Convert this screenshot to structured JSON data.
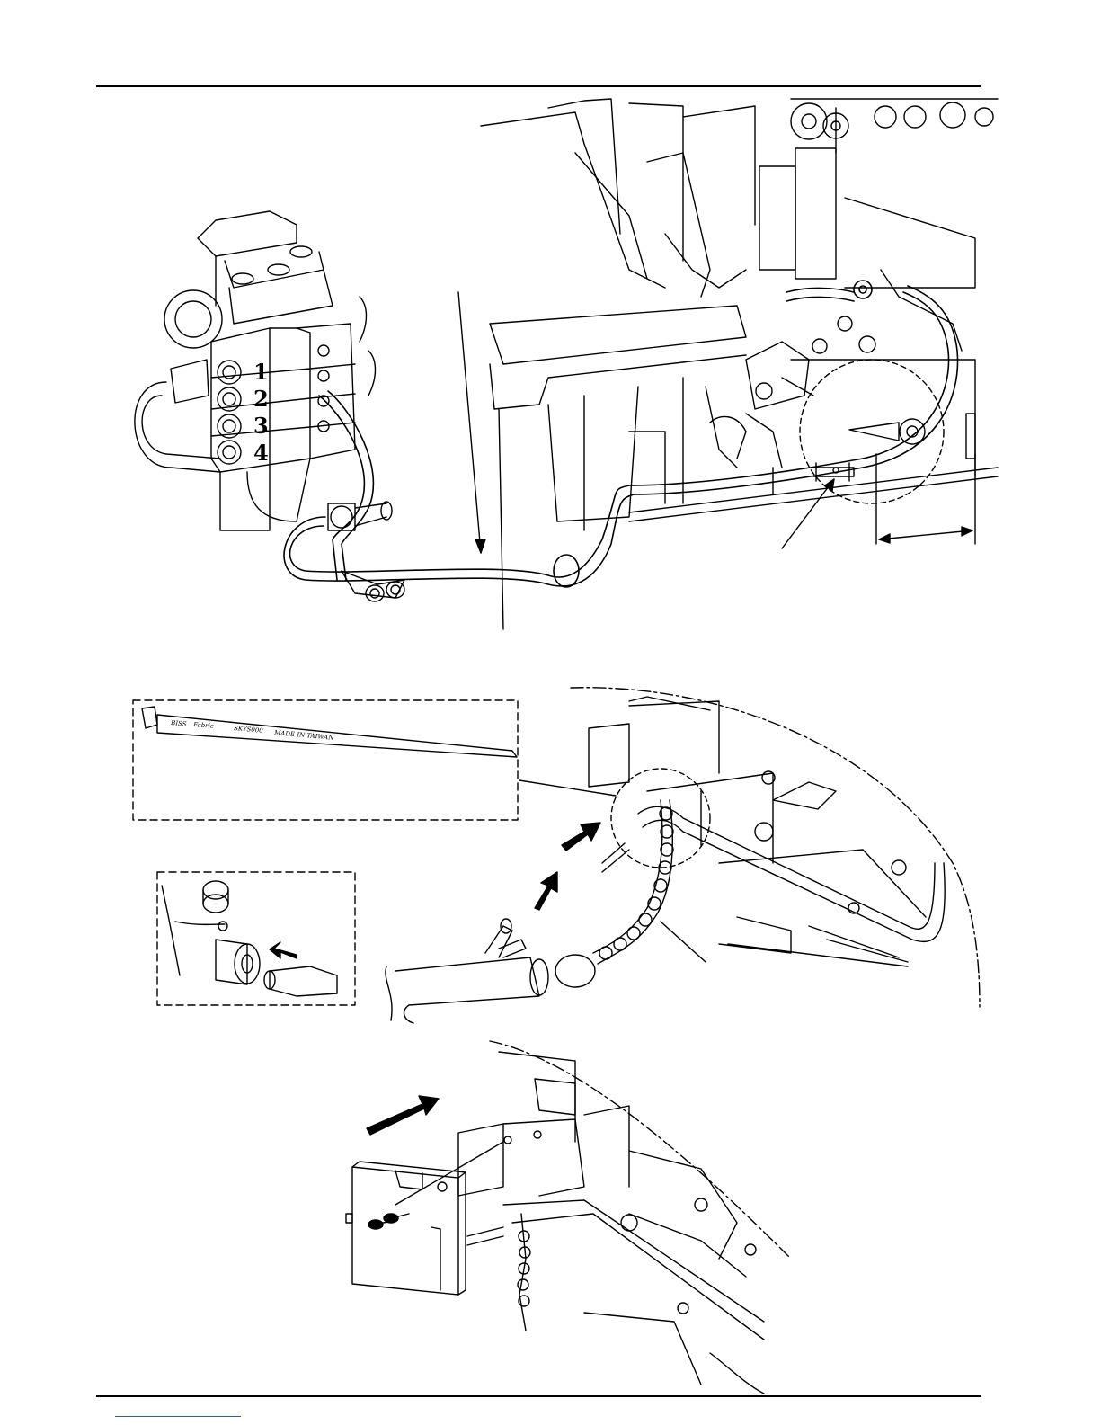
{
  "header": {
    "rule": "top-rule"
  },
  "figure1": {
    "valve_numbers": [
      "1",
      "2",
      "3",
      "4"
    ]
  },
  "figure2": {
    "cable_tie_text": [
      "BISS",
      "Fabric",
      "SKYS000",
      "MADE IN TAIWAN"
    ]
  },
  "colors": {
    "line": "#000000",
    "background": "#ffffff",
    "link": "#3355cc"
  },
  "icons": [
    "arrow-icon",
    "dimension-arrow-icon",
    "screw-icon"
  ]
}
